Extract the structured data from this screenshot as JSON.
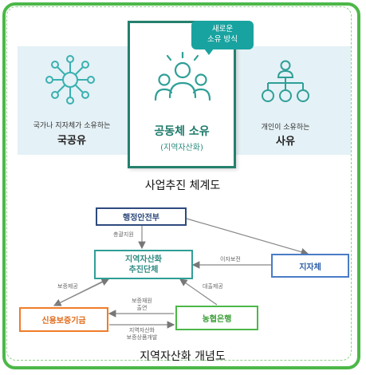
{
  "top": {
    "left": {
      "caption": "국가나 지자체가 소유하는",
      "title": "국공유"
    },
    "center": {
      "title": "공동체 소유",
      "subtitle": "(지역자산화)",
      "bubble_line1": "새로운",
      "bubble_line2": "소유 방식"
    },
    "right": {
      "caption": "개인이 소유하는",
      "title": "사유"
    },
    "caption": "사업추진 체계도"
  },
  "bottom": {
    "nodes": {
      "ministry": "행정안전부",
      "promo_line1": "지역자산화",
      "promo_line2": "추진단체",
      "local_gov": "지자체",
      "guarantee": "신용보증기금",
      "bank": "농협은행"
    },
    "edges": {
      "total_support": "총괄지원",
      "interest_support": "이자보전",
      "guarantee_provide": "보증제공",
      "loan_provide": "대출제공",
      "guarantee_fund_line1": "보증재원",
      "guarantee_fund_line2": "출연",
      "regional_line1": "지역자산화",
      "regional_line2": "보증상품개발"
    },
    "caption": "지역자산화 개념도"
  }
}
